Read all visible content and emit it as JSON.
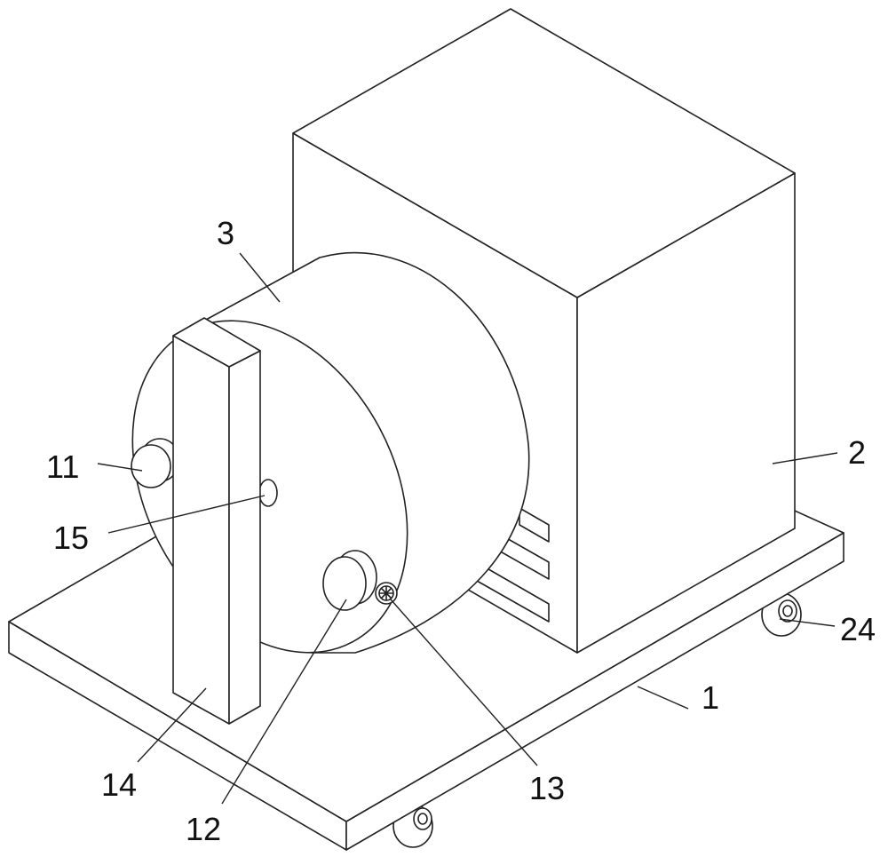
{
  "figure": {
    "labels": {
      "base_plate": "1",
      "housing_box": "2",
      "drum_cylinder": "3",
      "knob_upper": "11",
      "knob_front": "12",
      "small_gear": "13",
      "support_post": "14",
      "shaft_pin": "15",
      "caster_wheel": "24"
    }
  }
}
